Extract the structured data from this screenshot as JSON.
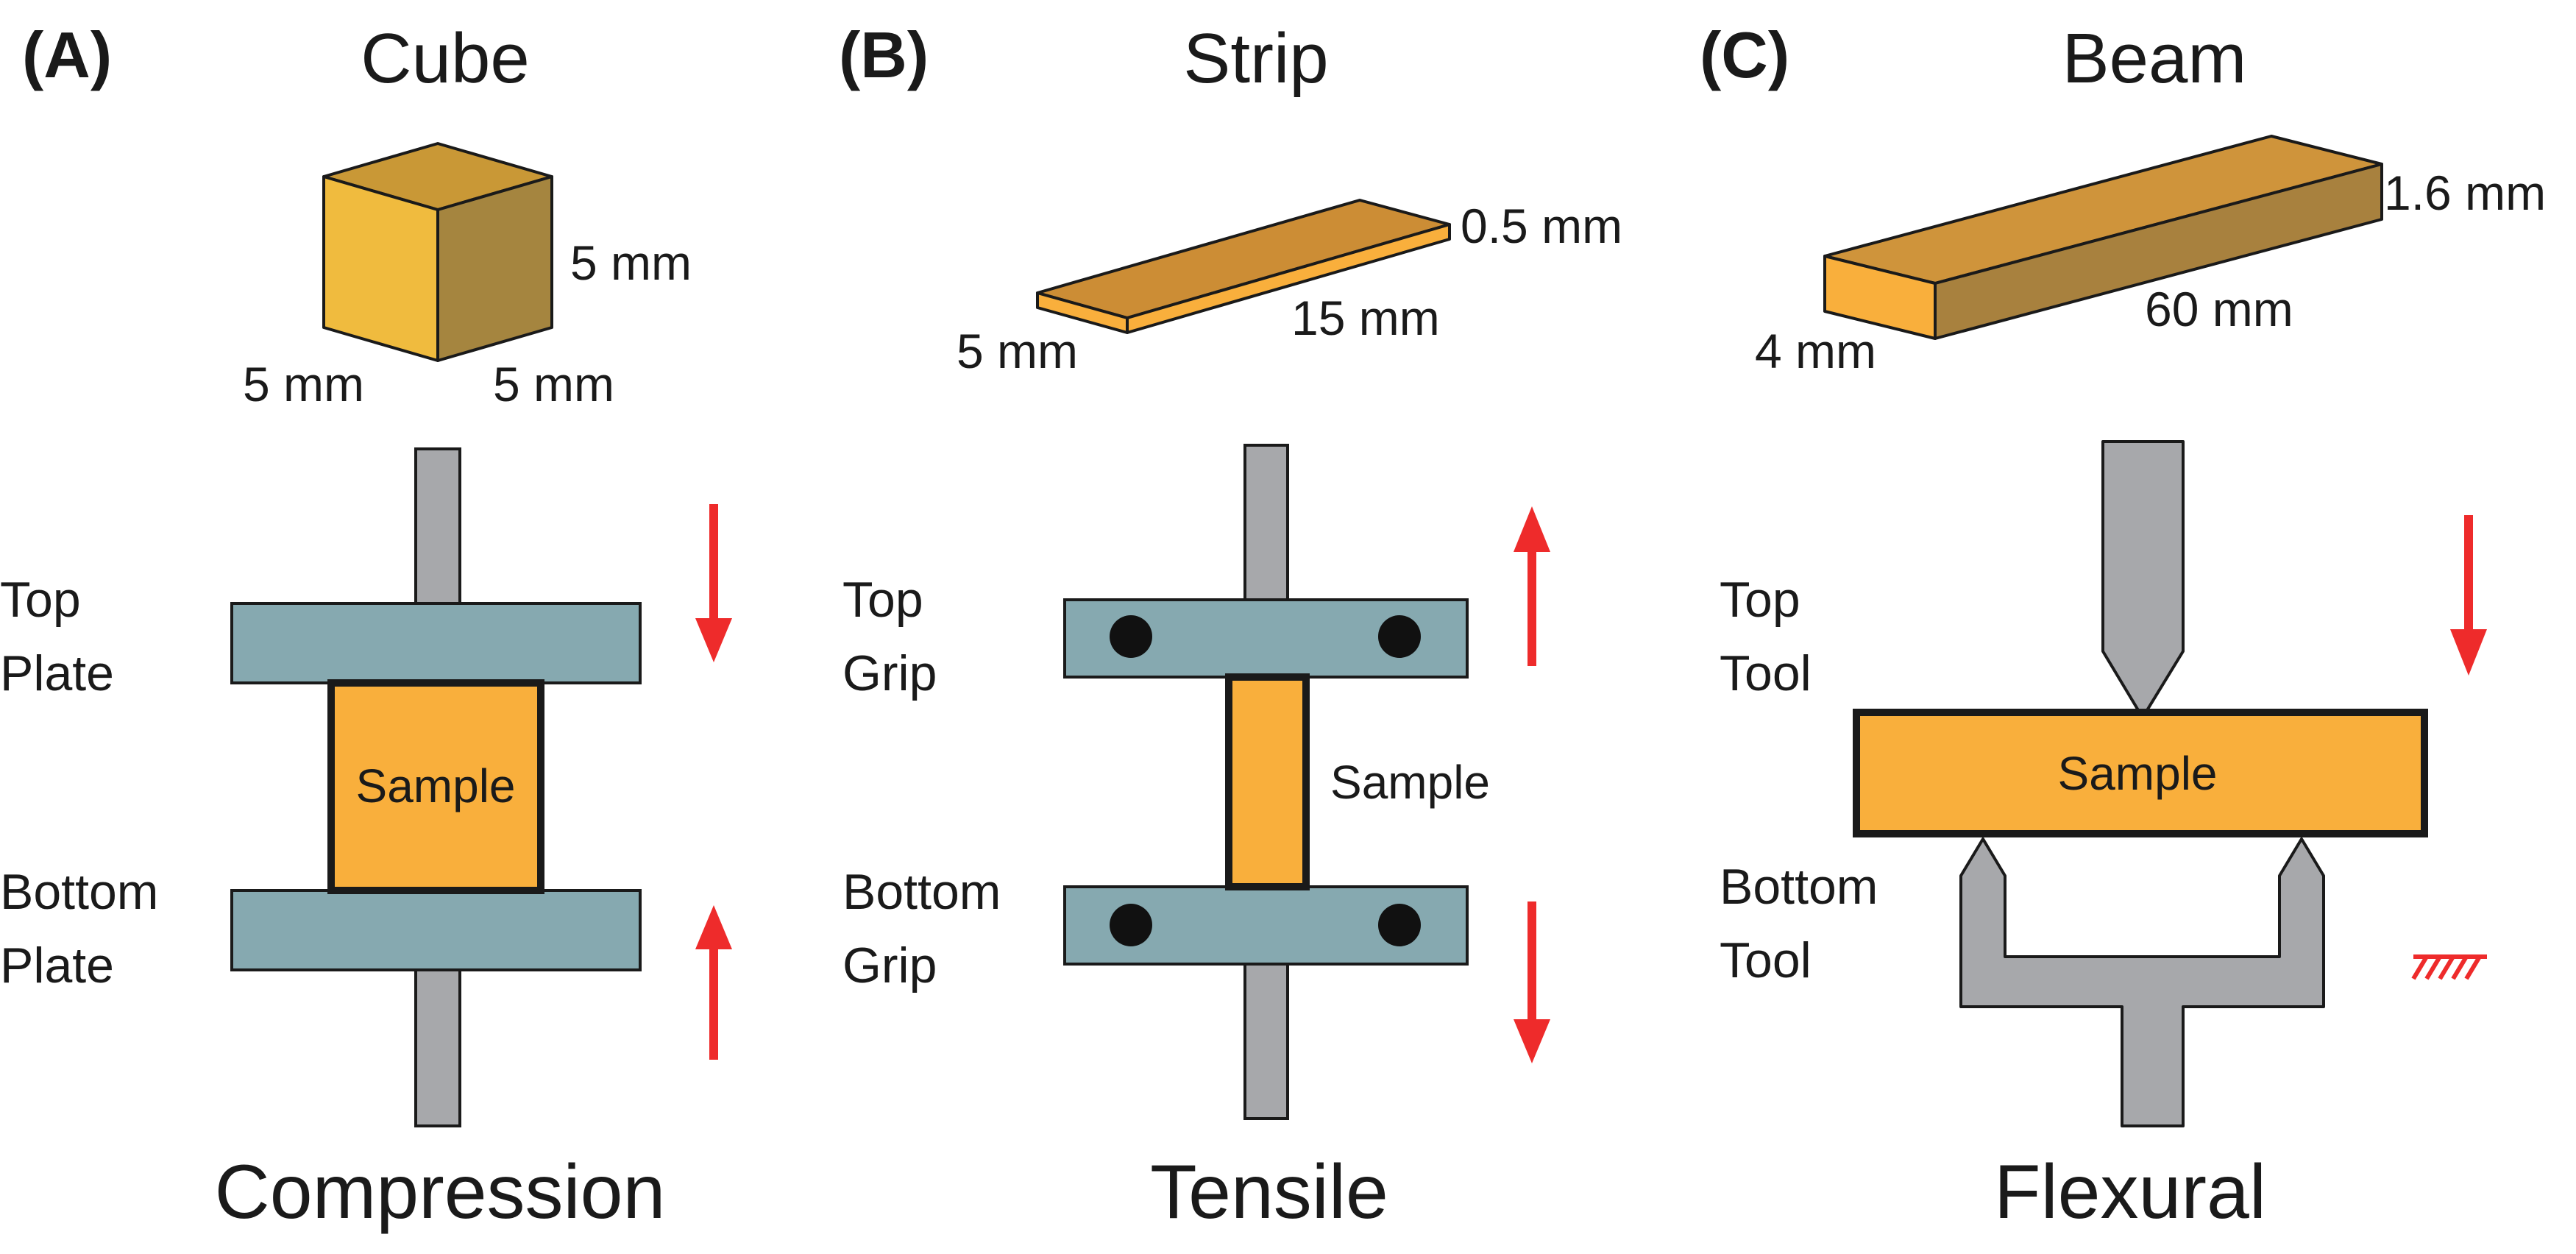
{
  "colors": {
    "plate": "#86a9b0",
    "rod": "#a7a8ab",
    "sample": "#f9af3c",
    "arrow": "#ee2b2b",
    "outline": "#1a1a1a"
  },
  "panels": [
    {
      "letter": "(A)",
      "title": "Cube",
      "dims": [
        "5 mm",
        "5 mm",
        "5 mm"
      ],
      "top_label": [
        "Top",
        "Plate"
      ],
      "bottom_label": [
        "Bottom",
        "Plate"
      ],
      "sample_label": "Sample",
      "test": "Compression"
    },
    {
      "letter": "(B)",
      "title": "Strip",
      "dims": [
        "0.5 mm",
        "15 mm",
        "5 mm"
      ],
      "top_label": [
        "Top",
        "Grip"
      ],
      "bottom_label": [
        "Bottom",
        "Grip"
      ],
      "sample_label": "Sample",
      "test": "Tensile"
    },
    {
      "letter": "(C)",
      "title": "Beam",
      "dims": [
        "1.6 mm",
        "60 mm",
        "4 mm"
      ],
      "top_label": [
        "Top",
        "Tool"
      ],
      "bottom_label": [
        "Bottom",
        "Tool"
      ],
      "sample_label": "Sample",
      "test": "Flexural"
    }
  ]
}
